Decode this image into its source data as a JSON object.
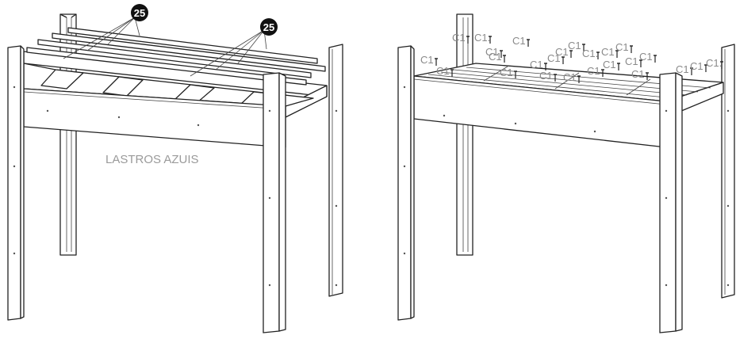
{
  "diagram": {
    "left_panel": {
      "callouts": [
        {
          "number": "25",
          "targets": 3
        },
        {
          "number": "25",
          "targets": 3
        }
      ],
      "label": "LASTROS AZUIS"
    },
    "right_panel": {
      "screws": [
        {
          "label": "C1"
        },
        {
          "label": "C1"
        },
        {
          "label": "C1"
        },
        {
          "label": "C1."
        },
        {
          "label": "C1"
        },
        {
          "label": "C1"
        },
        {
          "label": "C1"
        },
        {
          "label": "C1"
        },
        {
          "label": "C1"
        },
        {
          "label": "C1"
        },
        {
          "label": "C1"
        },
        {
          "label": "C1"
        },
        {
          "label": "C1."
        },
        {
          "label": "C1"
        },
        {
          "label": "C1"
        },
        {
          "label": "C1"
        },
        {
          "label": "C1"
        },
        {
          "label": "C1"
        },
        {
          "label": "C1"
        },
        {
          "label": "C1"
        },
        {
          "label": "C1"
        },
        {
          "label": "C1."
        },
        {
          "label": "C1"
        },
        {
          "label": "C1"
        },
        {
          "label": "C1"
        }
      ]
    },
    "colors": {
      "line": "#222222",
      "label": "#9a9a9a",
      "callout_fill": "#111111"
    }
  }
}
